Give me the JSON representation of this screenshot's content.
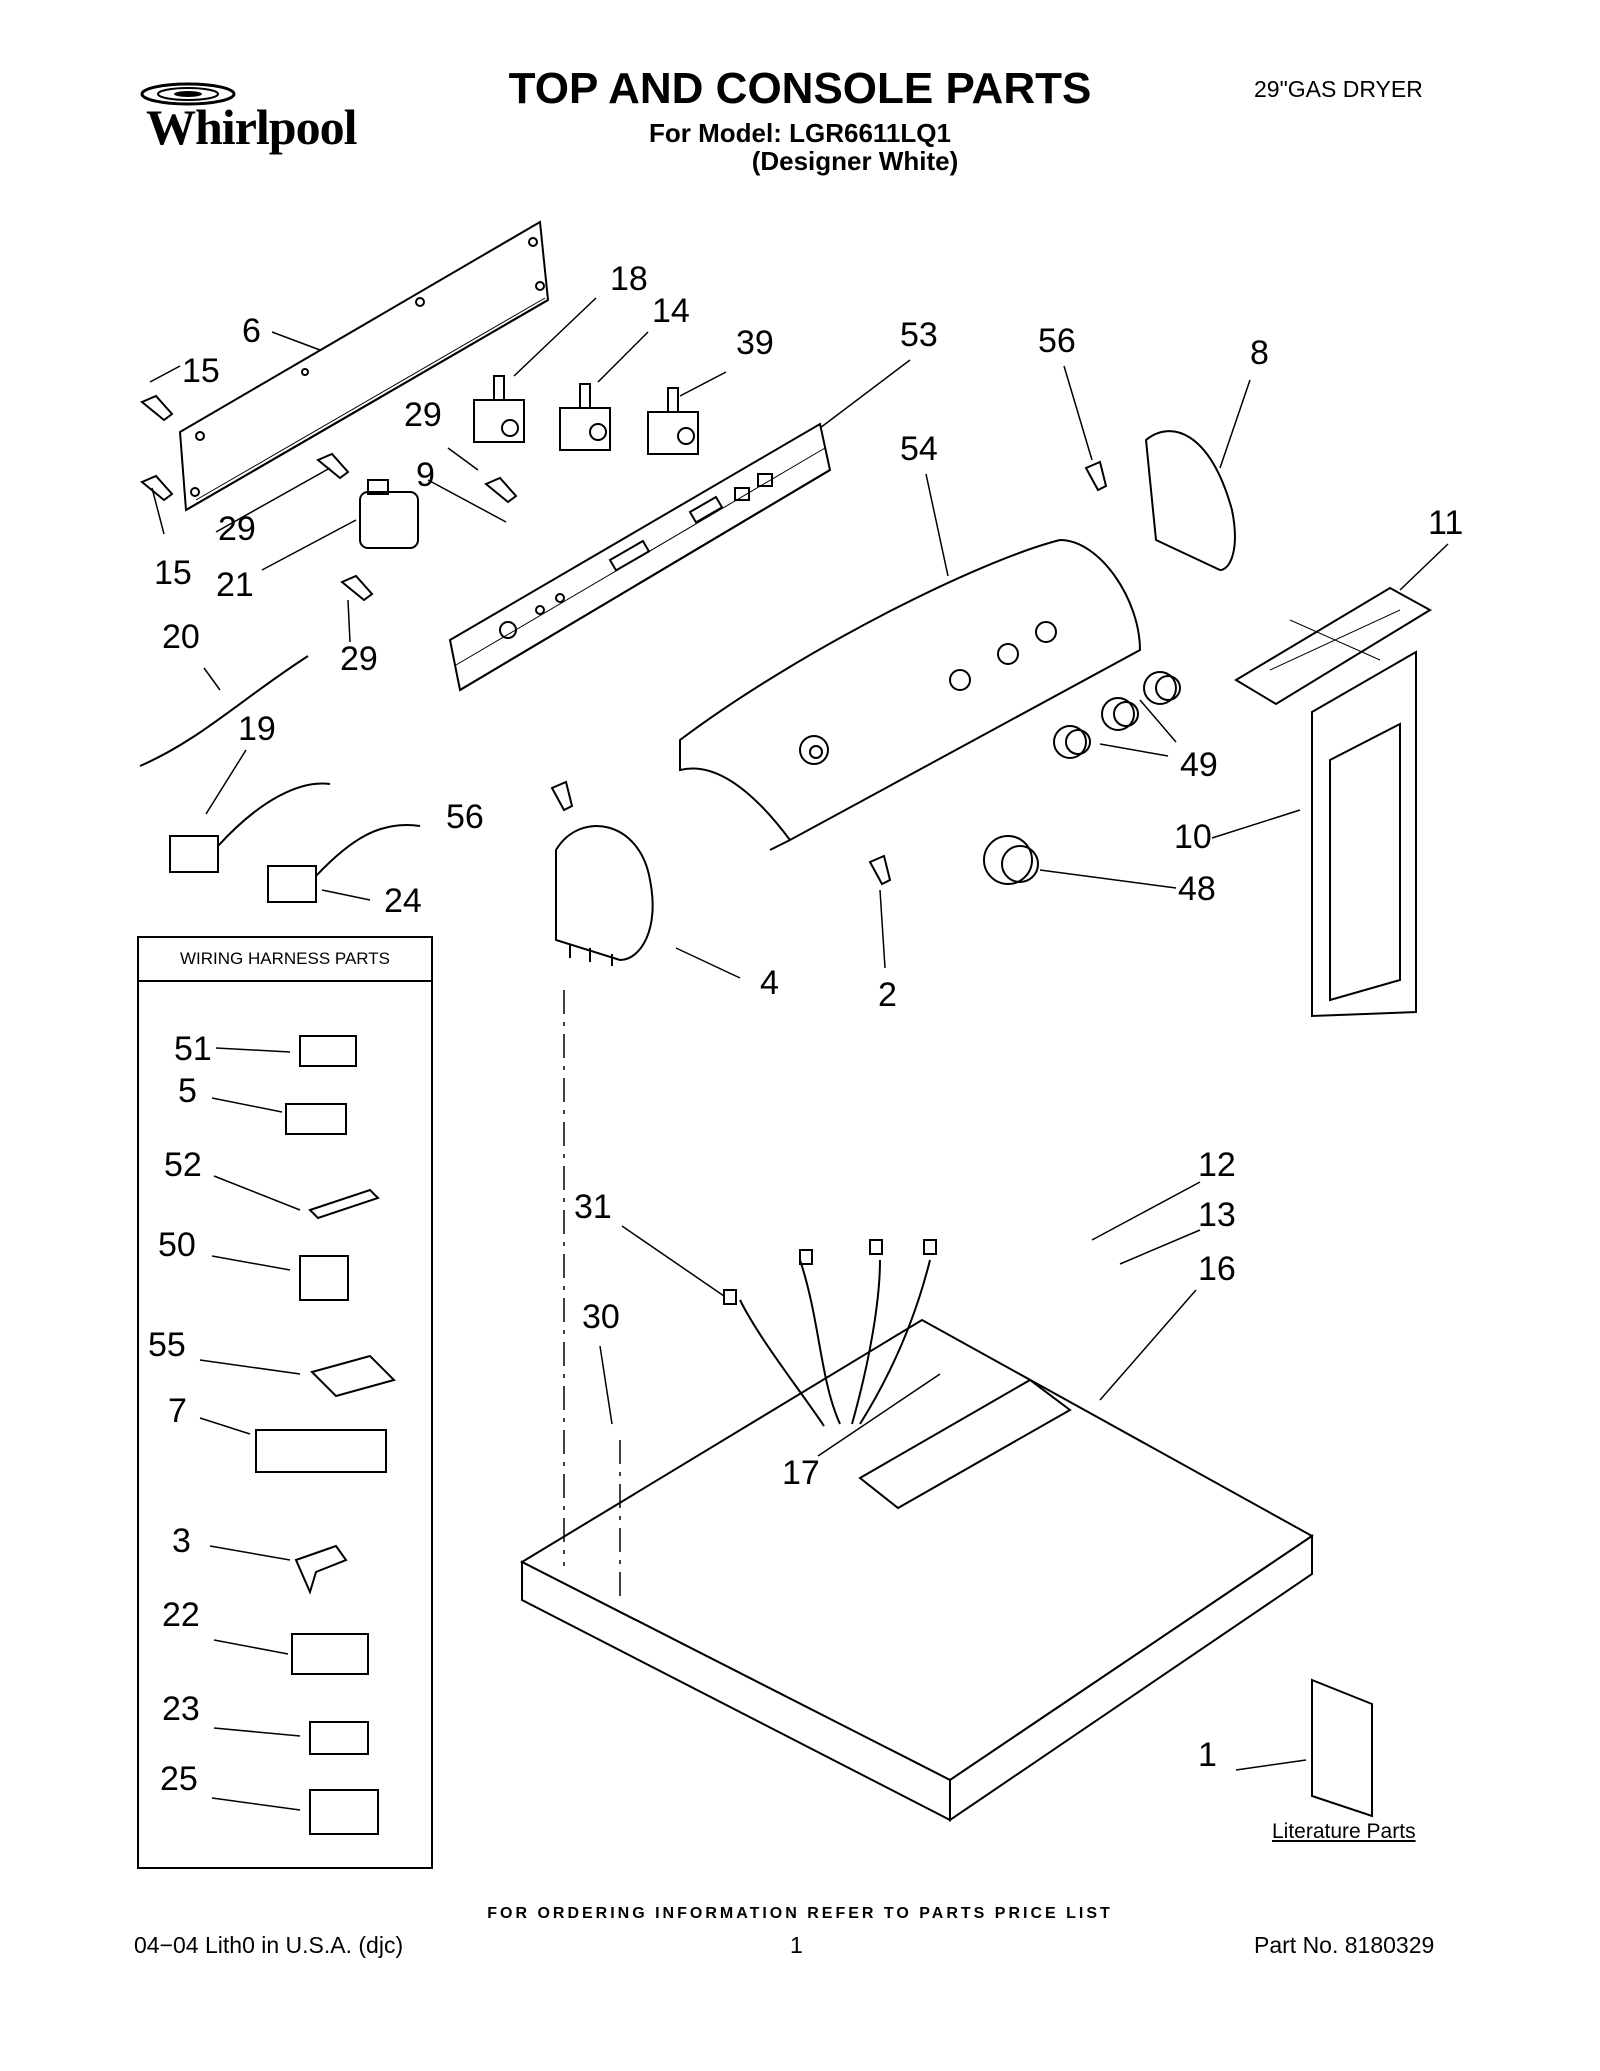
{
  "header": {
    "brand": "Whirlpool",
    "title": "TOP AND CONSOLE PARTS",
    "model_line": "For Model: LGR6611LQ1",
    "color_line": "(Designer White)",
    "appliance": "29\"GAS DRYER"
  },
  "callouts": {
    "c1": "1",
    "c2": "2",
    "c3": "3",
    "c4": "4",
    "c5": "5",
    "c6": "6",
    "c7": "7",
    "c8": "8",
    "c9": "9",
    "c10": "10",
    "c11": "11",
    "c12": "12",
    "c13": "13",
    "c14": "14",
    "c15a": "15",
    "c15b": "15",
    "c16": "16",
    "c17": "17",
    "c18": "18",
    "c19": "19",
    "c20": "20",
    "c21": "21",
    "c22": "22",
    "c23": "23",
    "c24": "24",
    "c25": "25",
    "c29a": "29",
    "c29b": "29",
    "c29c": "29",
    "c30": "30",
    "c31": "31",
    "c39": "39",
    "c48": "48",
    "c49": "49",
    "c50": "50",
    "c51": "51",
    "c52": "52",
    "c53": "53",
    "c54": "54",
    "c55": "55",
    "c56a": "56",
    "c56b": "56"
  },
  "harness_box": {
    "title": "WIRING HARNESS PARTS"
  },
  "literature_label": "Literature Parts",
  "footer": {
    "ordering_note": "FOR ORDERING INFORMATION REFER TO PARTS PRICE LIST",
    "print_info": "04−04 Lith0 in U.S.A. (djc)",
    "page_number": "1",
    "part_number": "Part No. 8180329"
  }
}
